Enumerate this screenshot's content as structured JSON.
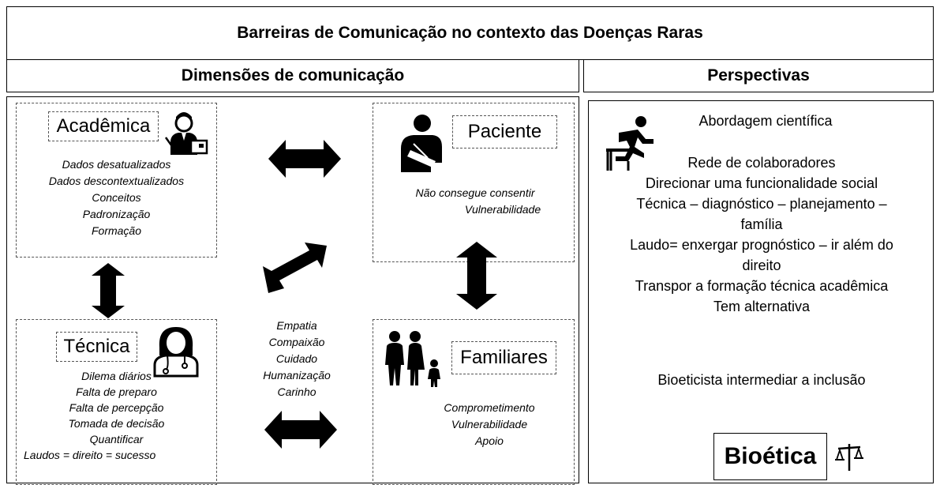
{
  "header": {
    "title": "Barreiras de Comunicação no contexto das Doenças Raras"
  },
  "left": {
    "title": "Dimensões de comunicação",
    "academica": {
      "label": "Acadêmica",
      "items": [
        "Dados desatualizados",
        "Dados descontextualizados",
        "Conceitos",
        "Padronização",
        "Formação"
      ]
    },
    "paciente": {
      "label": "Paciente",
      "items": [
        "Não consegue consentir",
        "Vulnerabilidade"
      ]
    },
    "tecnica": {
      "label": "Técnica",
      "items": [
        "Dilema diários",
        "Falta de preparo",
        "Falta de percepção",
        "Tomada de decisão",
        "Quantificar",
        "Laudos = direito = sucesso"
      ]
    },
    "familiares": {
      "label": "Familiares",
      "items": [
        "Comprometimento",
        "Vulnerabilidade",
        "Apoio"
      ]
    },
    "center_items": [
      "Empatia",
      "Compaixão",
      "Cuidado",
      "Humanização",
      "Carinho"
    ]
  },
  "right": {
    "title": "Perspectivas",
    "items": [
      "Abordagem científica",
      "Rede de colaboradores",
      "Direcionar uma funcionalidade social",
      "Técnica – diagnóstico – planejamento –",
      "família",
      "Laudo= enxergar prognóstico – ir além do",
      "direito",
      "Transpor a formação técnica acadêmica",
      "Tem alternativa",
      "Bioeticista intermediar a inclusão"
    ],
    "bioetica": "Bioética"
  },
  "icons": [
    "teacher-icon",
    "patient-icon",
    "doctor-icon",
    "family-icon",
    "hurdle-runner-icon",
    "scales-icon",
    "double-arrow-icon"
  ]
}
